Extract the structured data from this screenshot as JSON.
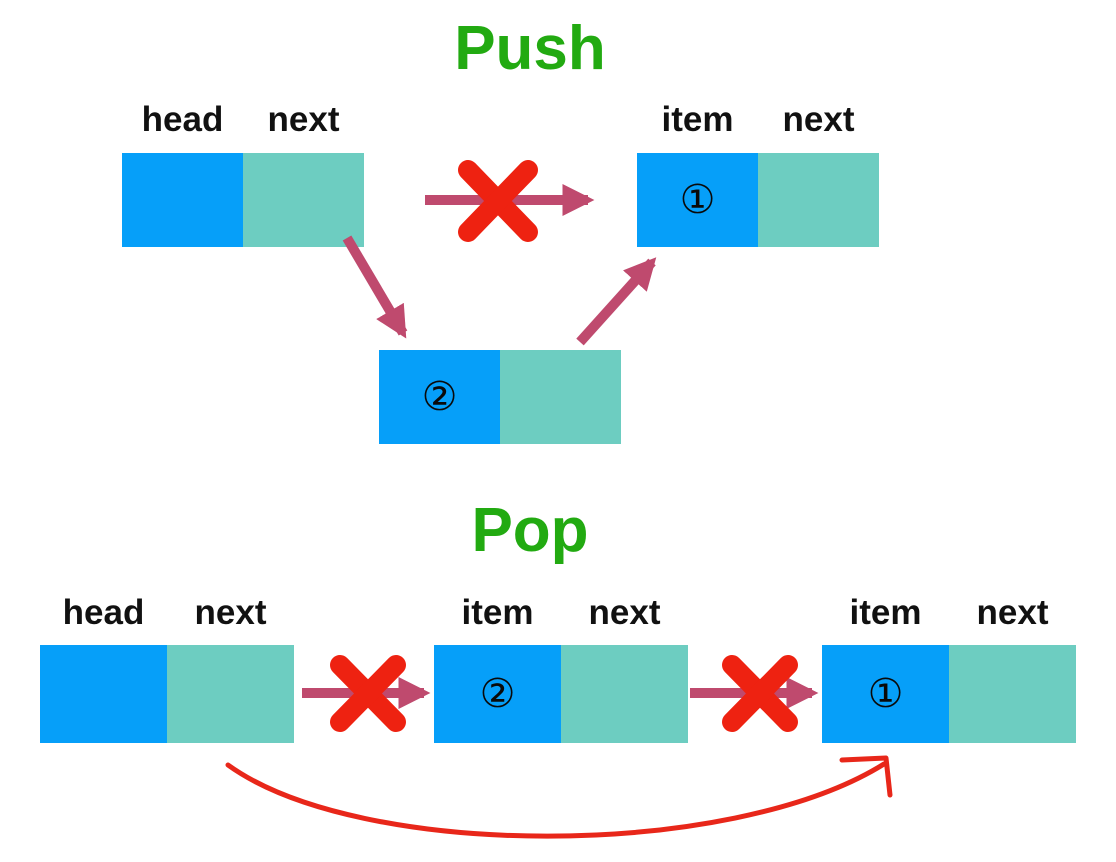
{
  "push": {
    "title": "Push",
    "head_node": {
      "label_left": "head",
      "label_right": "next"
    },
    "item_node": {
      "label_left": "item",
      "label_right": "next",
      "value": "①"
    },
    "new_node": {
      "value": "②"
    }
  },
  "pop": {
    "title": "Pop",
    "head_node": {
      "label_left": "head",
      "label_right": "next"
    },
    "node_2": {
      "label_left": "item",
      "label_right": "next",
      "value": "②"
    },
    "node_1": {
      "label_left": "item",
      "label_right": "next",
      "value": "①"
    }
  },
  "colors": {
    "title": "#22aa11",
    "node_item": "#069ff9",
    "node_next": "#6dcdc1",
    "arrow": "#bf4a6e",
    "cross": "#ee2211",
    "curve": "#e8271a"
  }
}
